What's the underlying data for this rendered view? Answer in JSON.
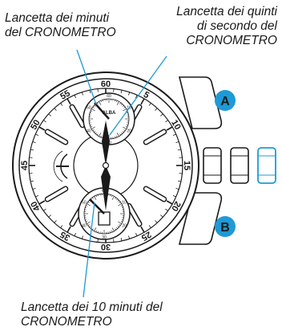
{
  "callouts": {
    "minute_hand": [
      "Lancetta dei minuti",
      "del CRONOMETRO"
    ],
    "fifth_second_hand": [
      "Lancetta dei quinti",
      "di secondo del",
      "CRONOMETRO"
    ],
    "ten_minute_hand": [
      "Lancetta dei 10 minuti del",
      "CRONOMETRO"
    ]
  },
  "buttons": {
    "a": "A",
    "b": "B"
  },
  "dial": {
    "numerals": [
      "60",
      "5",
      "10",
      "15",
      "20",
      "25",
      "30",
      "35",
      "40",
      "45",
      "50",
      "55"
    ],
    "brand": "ALBA"
  },
  "subdial_top": {
    "labels": [
      "60",
      "10",
      "20",
      "30",
      "40",
      "50"
    ]
  },
  "subdial_bottom": {
    "labels": [
      "60",
      "10",
      "20",
      "30",
      "40",
      "50"
    ]
  },
  "colors": {
    "leader_line": "#1e9ad6",
    "button_fill": "#1e9ad6",
    "crown_highlight": "#1e9ad6",
    "ink": "#1a1a1a"
  }
}
